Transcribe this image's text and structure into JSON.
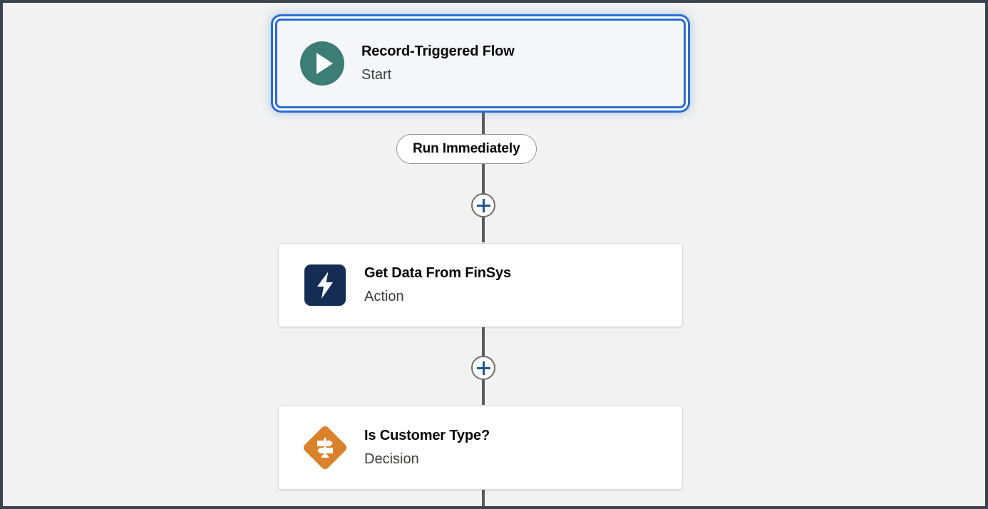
{
  "canvas": {
    "background_color": "#f2f2f2",
    "frame_color": "#3a4450",
    "connector_color": "#5a5a5a"
  },
  "nodes": [
    {
      "id": "start",
      "title": "Record-Triggered Flow",
      "subtitle": "Start",
      "icon": "play-circle-icon",
      "icon_color": "#3c7d75",
      "selected": true
    },
    {
      "id": "action",
      "title": "Get Data From FinSys",
      "subtitle": "Action",
      "icon": "lightning-bolt-icon",
      "icon_color": "#152d55",
      "selected": false
    },
    {
      "id": "decision",
      "title": "Is Customer Type?",
      "subtitle": "Decision",
      "icon": "signpost-diamond-icon",
      "icon_color": "#d9822b",
      "selected": false
    }
  ],
  "labels": {
    "run_immediately": "Run Immediately"
  },
  "connectors": [
    {
      "id": "add-element-1",
      "icon": "plus-icon",
      "color": "#21558c"
    },
    {
      "id": "add-element-2",
      "icon": "plus-icon",
      "color": "#21558c"
    }
  ],
  "accent": {
    "selected_border": "#2b6dd0",
    "plus_blue": "#21558c",
    "pill_border": "#969492"
  }
}
